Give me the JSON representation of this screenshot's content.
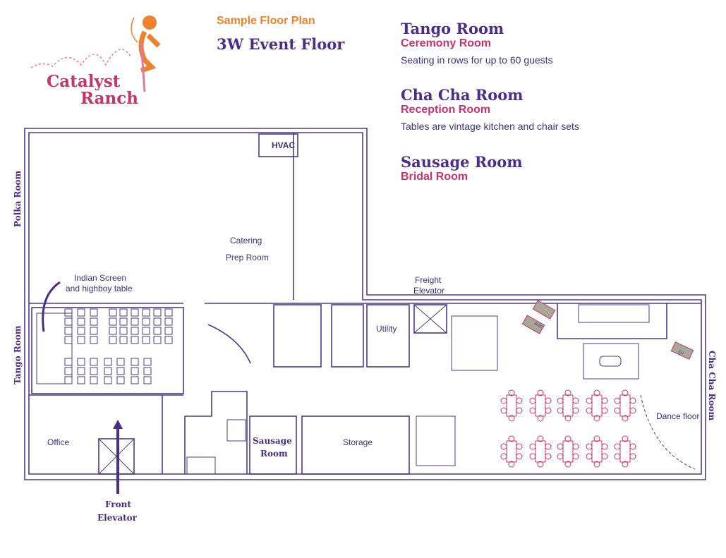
{
  "logo": {
    "line1": "Catalyst",
    "line2": "Ranch"
  },
  "header": {
    "kicker": "Sample Floor Plan",
    "title": "3W Event Floor"
  },
  "legend": [
    {
      "room": "Tango Room",
      "use": "Ceremony Room",
      "note": "Seating in rows for up to 60 guests"
    },
    {
      "room": "Cha Cha Room",
      "use": "Reception Room",
      "note": "Tables are vintage kitchen and chair sets"
    },
    {
      "room": "Sausage Room",
      "use": "Bridal Room",
      "note": ""
    }
  ],
  "plan": {
    "hvac": "HVAC",
    "catering": [
      "Catering",
      "Prep Room"
    ],
    "freight": [
      "Freight",
      "Elevator"
    ],
    "utility": "Utility",
    "office": "Office",
    "storage": "Storage",
    "sausage": [
      "Sausage",
      "Room"
    ],
    "front_elevator": [
      "Front",
      "Elevator"
    ],
    "indian_screen": [
      "Indian Screen",
      "and highboy table"
    ],
    "polka": "Polka Room",
    "tango": "Tango Room",
    "chacha": "Cha Cha Room",
    "bar": "BAR",
    "dj": "DJ",
    "dance": "Dance floor"
  },
  "colors": {
    "purple": "#4a2d86",
    "pink": "#c8336b",
    "orange": "#f0812b"
  }
}
